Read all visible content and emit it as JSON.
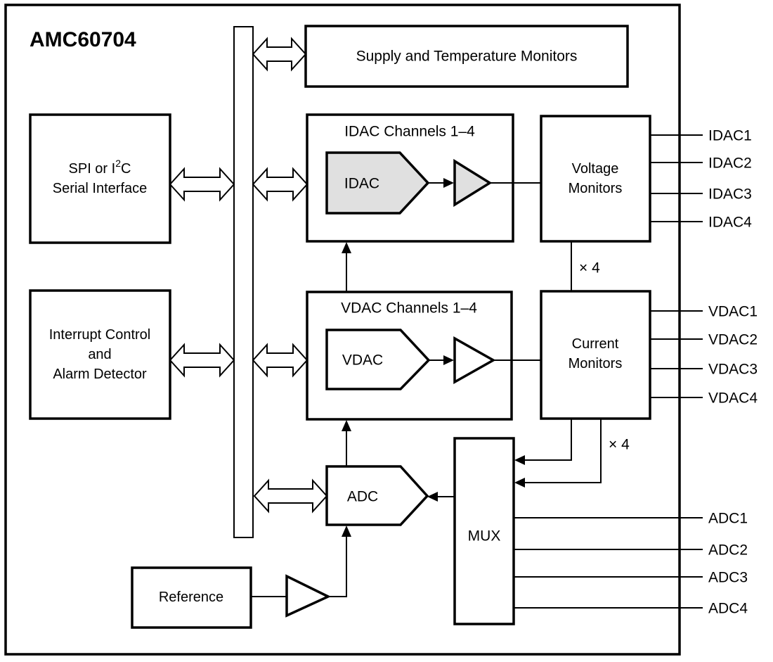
{
  "diagram": {
    "title": "AMC60704",
    "blocks": {
      "supply": "Supply and Temperature Monitors",
      "spi": {
        "l1a": "SPI or I",
        "l1sup": "2",
        "l1b": "C",
        "l2": "Serial Interface"
      },
      "interrupt": {
        "l1": "Interrupt Control",
        "l2": "and",
        "l3": "Alarm Detector"
      },
      "idac_box_title": "IDAC Channels 1–4",
      "idac_label": "IDAC",
      "vdac_box_title": "VDAC Channels 1–4",
      "vdac_label": "VDAC",
      "voltage": {
        "l1": "Voltage",
        "l2": "Monitors"
      },
      "current": {
        "l1": "Current",
        "l2": "Monitors"
      },
      "adc_label": "ADC",
      "mux_label": "MUX",
      "reference_label": "Reference"
    },
    "annotations": {
      "voltage_x4": "× 4",
      "current_x4": "× 4"
    },
    "pins": {
      "idac": [
        "IDAC1",
        "IDAC2",
        "IDAC3",
        "IDAC4"
      ],
      "vdac": [
        "VDAC1",
        "VDAC2",
        "VDAC3",
        "VDAC4"
      ],
      "adc": [
        "ADC1",
        "ADC2",
        "ADC3",
        "ADC4"
      ]
    },
    "colors": {
      "shaded_fill": "#e0e0e0",
      "plain_fill": "#ffffff",
      "stroke": "#000000",
      "background": "#ffffff"
    }
  }
}
